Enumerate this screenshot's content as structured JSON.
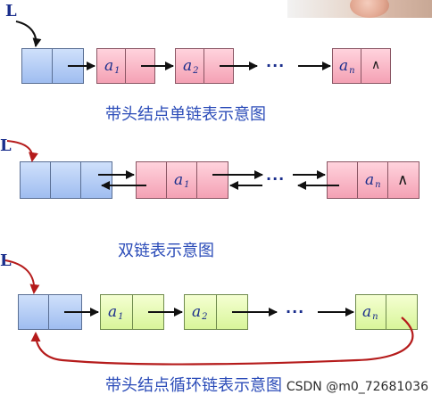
{
  "diagram1": {
    "label": "L",
    "nodes": [
      {
        "base": "a",
        "sub": "1"
      },
      {
        "base": "a",
        "sub": "2"
      },
      {
        "base": "a",
        "sub": "n"
      }
    ],
    "ellipsis": "···",
    "null_symbol": "∧",
    "caption": "带头结点单链表示意图"
  },
  "diagram2": {
    "label": "L",
    "nodes": [
      {
        "base": "a",
        "sub": "1"
      },
      {
        "base": "a",
        "sub": "n"
      }
    ],
    "ellipsis": "···",
    "null_symbol": "∧",
    "caption": "双链表示意图"
  },
  "diagram3": {
    "label": "L",
    "nodes": [
      {
        "base": "a",
        "sub": "1"
      },
      {
        "base": "a",
        "sub": "2"
      },
      {
        "base": "a",
        "sub": "n"
      }
    ],
    "ellipsis": "···",
    "caption": "带头结点循环链表示意图"
  },
  "watermark": "CSDN @m0_72681036",
  "colors": {
    "head_node": "#9fbdf0",
    "red_node": "#f4a1b4",
    "green_node": "#d8f59a",
    "text_blue": "#1a2e8c",
    "caption_blue": "#2a4bb8",
    "curve_red": "#b51b1b"
  }
}
